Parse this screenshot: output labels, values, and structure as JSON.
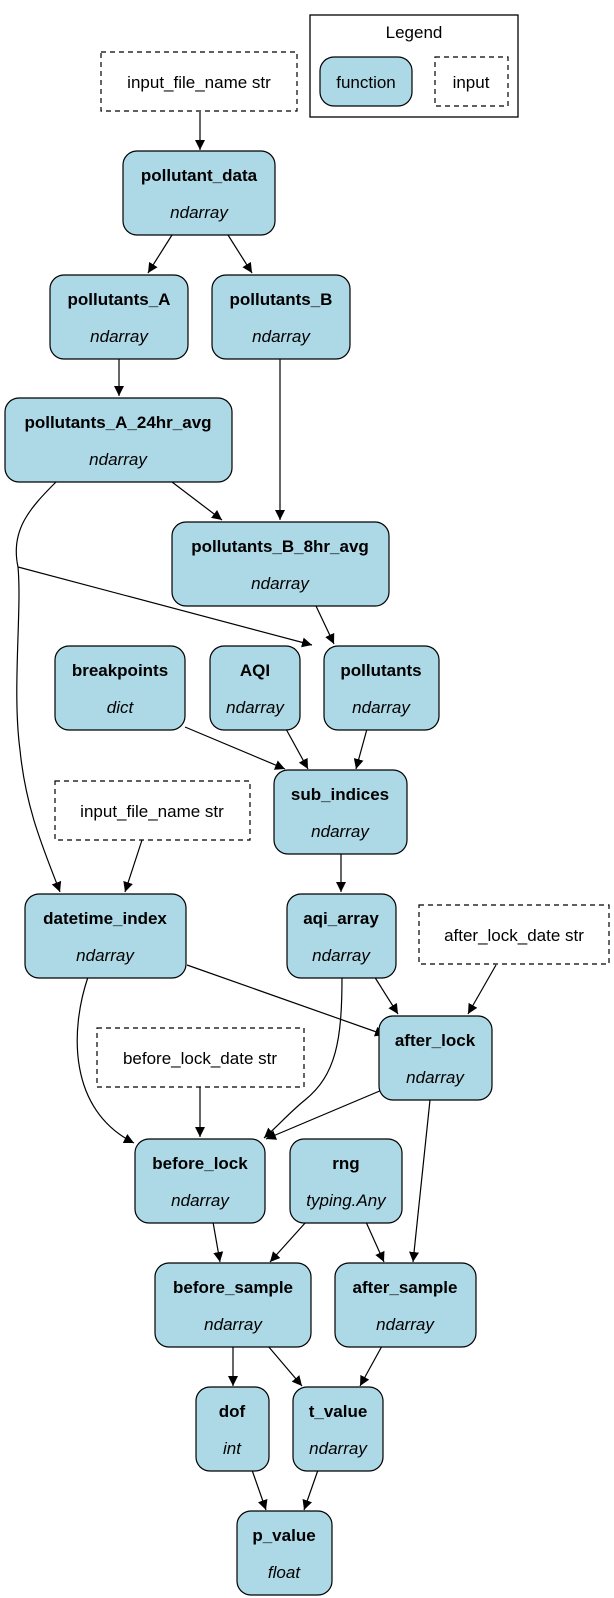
{
  "legend": {
    "title": "Legend",
    "function_label": "function",
    "input_label": "input"
  },
  "inputs": [
    {
      "id": "in_file_1",
      "label": "input_file_name str"
    },
    {
      "id": "in_file_2",
      "label": "input_file_name str"
    },
    {
      "id": "in_after_date",
      "label": "after_lock_date str"
    },
    {
      "id": "in_before_date",
      "label": "before_lock_date str"
    }
  ],
  "nodes": [
    {
      "id": "pollutant_data",
      "name": "pollutant_data",
      "type": "ndarray"
    },
    {
      "id": "pollutants_A",
      "name": "pollutants_A",
      "type": "ndarray"
    },
    {
      "id": "pollutants_B",
      "name": "pollutants_B",
      "type": "ndarray"
    },
    {
      "id": "pollutants_A_24hr_avg",
      "name": "pollutants_A_24hr_avg",
      "type": "ndarray"
    },
    {
      "id": "pollutants_B_8hr_avg",
      "name": "pollutants_B_8hr_avg",
      "type": "ndarray"
    },
    {
      "id": "breakpoints",
      "name": "breakpoints",
      "type": "dict"
    },
    {
      "id": "AQI",
      "name": "AQI",
      "type": "ndarray"
    },
    {
      "id": "pollutants",
      "name": "pollutants",
      "type": "ndarray"
    },
    {
      "id": "sub_indices",
      "name": "sub_indices",
      "type": "ndarray"
    },
    {
      "id": "datetime_index",
      "name": "datetime_index",
      "type": "ndarray"
    },
    {
      "id": "aqi_array",
      "name": "aqi_array",
      "type": "ndarray"
    },
    {
      "id": "after_lock",
      "name": "after_lock",
      "type": "ndarray"
    },
    {
      "id": "before_lock",
      "name": "before_lock",
      "type": "ndarray"
    },
    {
      "id": "rng",
      "name": "rng",
      "type": "typing.Any"
    },
    {
      "id": "before_sample",
      "name": "before_sample",
      "type": "ndarray"
    },
    {
      "id": "after_sample",
      "name": "after_sample",
      "type": "ndarray"
    },
    {
      "id": "dof",
      "name": "dof",
      "type": "int"
    },
    {
      "id": "t_value",
      "name": "t_value",
      "type": "ndarray"
    },
    {
      "id": "p_value",
      "name": "p_value",
      "type": "float"
    }
  ],
  "edges": [
    {
      "from": "input_file_name",
      "to": "pollutant_data"
    },
    {
      "from": "pollutant_data",
      "to": "pollutants_A"
    },
    {
      "from": "pollutant_data",
      "to": "pollutants_B"
    },
    {
      "from": "pollutants_A",
      "to": "pollutants_A_24hr_avg"
    },
    {
      "from": "pollutants_A_24hr_avg",
      "to": "pollutants_B_8hr_avg"
    },
    {
      "from": "pollutants_B",
      "to": "pollutants_B_8hr_avg"
    },
    {
      "from": "pollutants_A_24hr_avg",
      "to": "pollutants"
    },
    {
      "from": "pollutants_A_24hr_avg",
      "to": "datetime_index"
    },
    {
      "from": "pollutants_B_8hr_avg",
      "to": "pollutants"
    },
    {
      "from": "breakpoints",
      "to": "sub_indices"
    },
    {
      "from": "AQI",
      "to": "sub_indices"
    },
    {
      "from": "pollutants",
      "to": "sub_indices"
    },
    {
      "from": "input_file_name",
      "to": "datetime_index"
    },
    {
      "from": "sub_indices",
      "to": "aqi_array"
    },
    {
      "from": "datetime_index",
      "to": "after_lock"
    },
    {
      "from": "aqi_array",
      "to": "after_lock"
    },
    {
      "from": "after_lock_date",
      "to": "after_lock"
    },
    {
      "from": "datetime_index",
      "to": "before_lock"
    },
    {
      "from": "before_lock_date",
      "to": "before_lock"
    },
    {
      "from": "aqi_array",
      "to": "before_lock"
    },
    {
      "from": "after_lock",
      "to": "before_lock"
    },
    {
      "from": "before_lock",
      "to": "before_sample"
    },
    {
      "from": "rng",
      "to": "before_sample"
    },
    {
      "from": "rng",
      "to": "after_sample"
    },
    {
      "from": "after_lock",
      "to": "after_sample"
    },
    {
      "from": "before_sample",
      "to": "dof"
    },
    {
      "from": "before_sample",
      "to": "t_value"
    },
    {
      "from": "after_sample",
      "to": "t_value"
    },
    {
      "from": "dof",
      "to": "p_value"
    },
    {
      "from": "t_value",
      "to": "p_value"
    }
  ]
}
